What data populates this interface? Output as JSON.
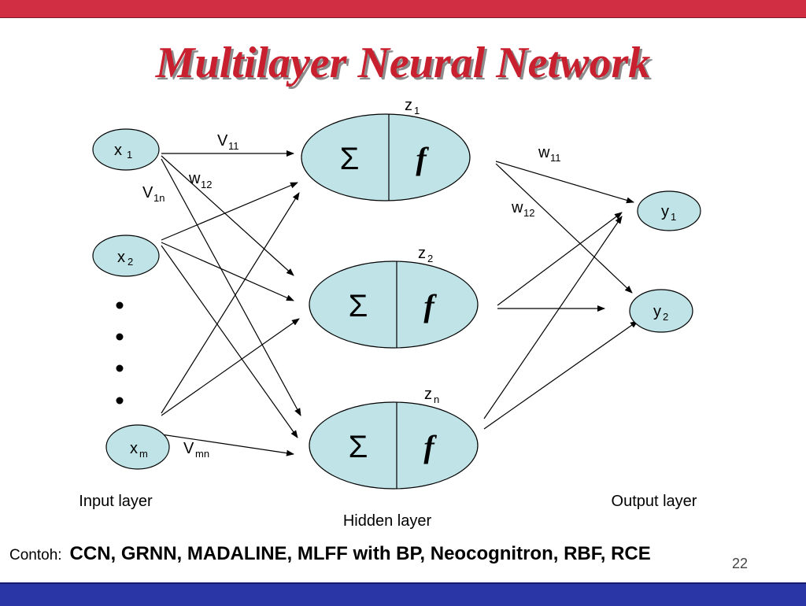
{
  "title": "Multilayer Neural Network",
  "symbols": {
    "sum": "Σ",
    "func": "f"
  },
  "inputs": [
    {
      "base": "x",
      "sub": "1"
    },
    {
      "base": "x",
      "sub": "2"
    },
    {
      "base": "x",
      "sub": "m"
    }
  ],
  "hidden": [
    {
      "base": "z",
      "sub": "1"
    },
    {
      "base": "z",
      "sub": "2"
    },
    {
      "base": "z",
      "sub": "n"
    }
  ],
  "outputs": [
    {
      "base": "y",
      "sub": "1"
    },
    {
      "base": "y",
      "sub": "2"
    }
  ],
  "weights": {
    "v11": {
      "base": "V",
      "sub": "11"
    },
    "w12_input": {
      "base": "w",
      "sub": "12"
    },
    "v1n": {
      "base": "V",
      "sub": "1n"
    },
    "vmn": {
      "base": "V",
      "sub": "mn"
    },
    "w11": {
      "base": "w",
      "sub": "11"
    },
    "w12_output": {
      "base": "w",
      "sub": "12"
    }
  },
  "layers": {
    "input": "Input layer",
    "hidden": "Hidden layer",
    "output": "Output layer"
  },
  "footer": {
    "prefix": "Contoh:",
    "list": "CCN, GRNN, MADALINE, MLFF with BP, Neocognitron, RBF, RCE"
  },
  "slide_number": "22",
  "colors": {
    "node_fill": "#bfe3e6",
    "title": "#c8202f",
    "top_band": "#d12e44",
    "bottom_band": "#2b36a6"
  }
}
